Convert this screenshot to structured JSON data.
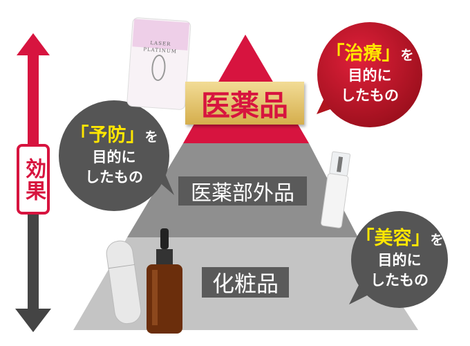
{
  "colors": {
    "red": "#d7143f",
    "dark_red": "#a8121f",
    "gray_mid": "#8a8a8a",
    "gray_low": "#bdbdbd",
    "bubble_gray": "#555555",
    "highlight": "#ffe600",
    "gold": "#e3c46a"
  },
  "axis": {
    "label": "効果"
  },
  "pyramid": {
    "top": {
      "label": "医薬品"
    },
    "middle": {
      "label": "医薬部外品"
    },
    "bottom": {
      "label": "化粧品"
    }
  },
  "bubbles": {
    "treatment": {
      "open": "「",
      "keyword": "治療",
      "close": "」",
      "particle": "を",
      "line2": "目的に",
      "line3": "したもの"
    },
    "prevention": {
      "open": "「",
      "keyword": "予防",
      "close": "」",
      "particle": "を",
      "line2": "目的に",
      "line3": "したもの"
    },
    "beauty": {
      "open": "「",
      "keyword": "美容",
      "close": "」",
      "particle": "を",
      "line2": "目的に",
      "line3": "したもの"
    }
  },
  "product": {
    "brand_line1": "LASER",
    "brand_line2": "PLATINUM",
    "mark": "0"
  }
}
